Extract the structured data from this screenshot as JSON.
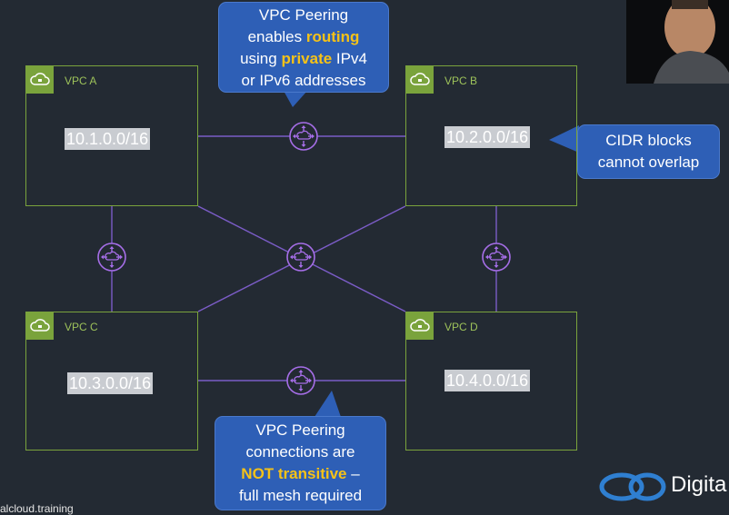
{
  "vpcs": [
    {
      "name": "VPC A",
      "cidr": "10.1.0.0/16"
    },
    {
      "name": "VPC B",
      "cidr": "10.2.0.0/16"
    },
    {
      "name": "VPC C",
      "cidr": "10.3.0.0/16"
    },
    {
      "name": "VPC D",
      "cidr": "10.4.0.0/16"
    }
  ],
  "callouts": {
    "top": {
      "line1": "VPC Peering",
      "line2_pre": "enables ",
      "line2_hl": "routing",
      "line3_pre": "using ",
      "line3_hl": "private",
      "line3_post": " IPv4",
      "line4": "or IPv6 addresses"
    },
    "right": {
      "line1": "CIDR blocks",
      "line2": "cannot overlap"
    },
    "bottom": {
      "line1": "VPC Peering",
      "line2": "connections are",
      "line3_hl": "NOT transitive",
      "line3_post": " –",
      "line4": "full mesh required"
    }
  },
  "footer": {
    "website": "alcloud.training"
  },
  "brand": {
    "name": "Digita"
  },
  "colors": {
    "background": "#232a33",
    "vpc_border": "#7aa33c",
    "peering_line": "#7b5cc7",
    "peering_icon": "#a66ee8",
    "callout_bg": "#2e5fb6",
    "highlight": "#f5c218"
  }
}
